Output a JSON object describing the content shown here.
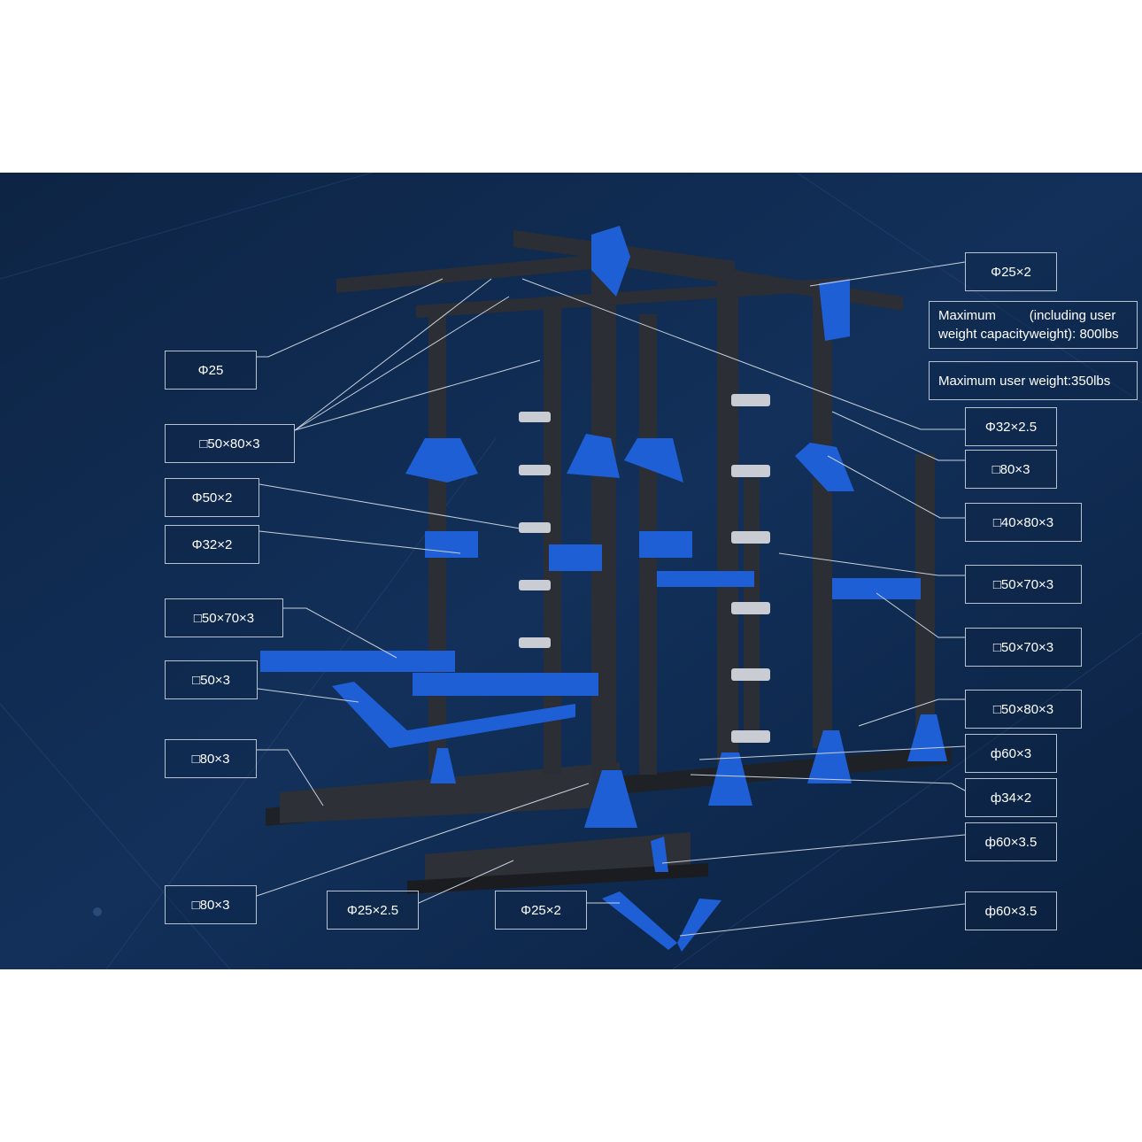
{
  "colors": {
    "background": "#0f2747",
    "frame": "#2a2d33",
    "accent": "#1f5fd6",
    "label_border": "#b8c3d2",
    "text": "#ffffff"
  },
  "labels": {
    "phi25_left": "Φ25",
    "sq50x80x3_left": "□50×80×3",
    "phi50x2": "Φ50×2",
    "phi32x2": "Φ32×2",
    "sq50x70x3_left": "□50×70×3",
    "sq50x3": "□50×3",
    "sq80x3_left_a": "□80×3",
    "sq80x3_left_b": "□80×3",
    "phi25x2_5": "Φ25×2.5",
    "phi25x2_bottom": "Φ25×2",
    "phi25x2_top": "Φ25×2",
    "max_capacity_line1": "Maximum weight capacity",
    "max_capacity_line2": "(including user weight): 800lbs",
    "max_user": "Maximum user weight:350lbs",
    "phi32x2_5": "Φ32×2.5",
    "sq80x3_right": "□80×3",
    "sq40x80x3": "□40×80×3",
    "sq50x70x3_right_a": "□50×70×3",
    "sq50x70x3_right_b": "□50×70×3",
    "sq50x80x3_right": "□50×80×3",
    "phi60x3": "ф60×3",
    "phi34x2": "ф34×2",
    "phi60x3_5_a": "ф60×3.5",
    "phi60x3_5_b": "ф60×3.5"
  }
}
